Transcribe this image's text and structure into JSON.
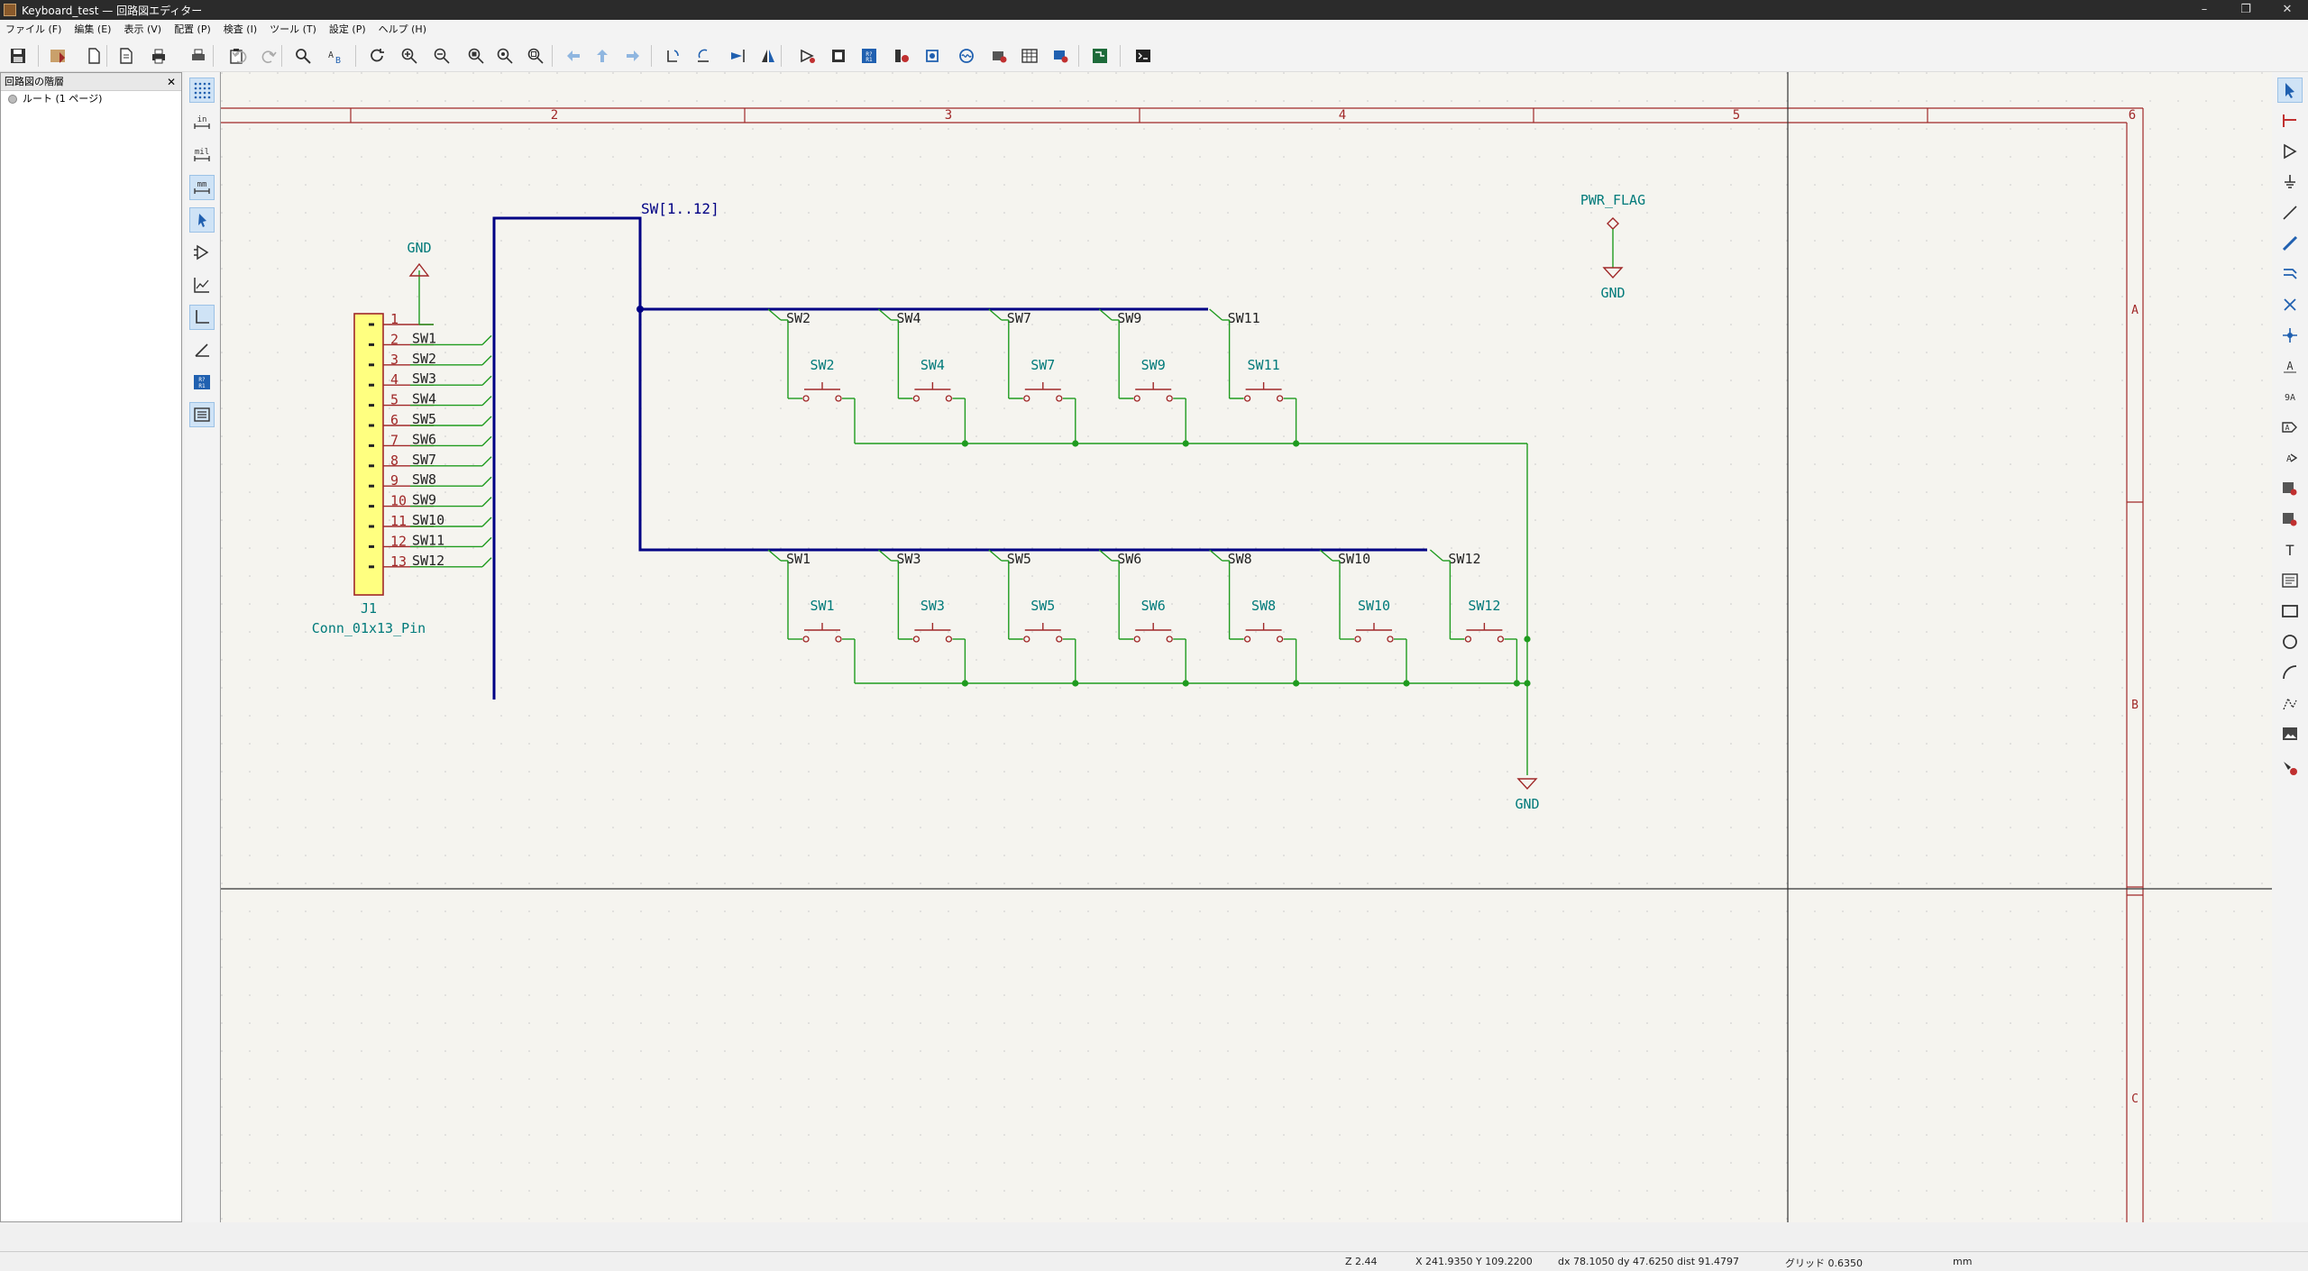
{
  "window": {
    "title": "Keyboard_test — 回路図エディター",
    "controls": [
      "–",
      "❐",
      "✕"
    ]
  },
  "menu": [
    "ファイル (F)",
    "編集 (E)",
    "表示 (V)",
    "配置 (P)",
    "検査 (I)",
    "ツール (T)",
    "設定 (P)",
    "ヘルプ (H)"
  ],
  "hierarchy": {
    "title": "回路図の階層",
    "close": "✕",
    "root": "ルート (1 ページ)"
  },
  "toolbar_icons": [
    "save-icon",
    "schematic-setup-icon",
    "new-sheet-icon",
    "page-settings-icon",
    "print-icon",
    "plot-icon",
    "paste-icon",
    "undo-icon",
    "redo-icon",
    "find-icon",
    "find-replace-icon",
    "refresh-icon",
    "zoom-in-icon",
    "zoom-out-icon",
    "zoom-fit-icon",
    "zoom-objects-icon",
    "zoom-selection-icon",
    "navigate-back-icon",
    "navigate-up-icon",
    "navigate-forward-icon",
    "rotate-ccw-icon",
    "rotate-cw-icon",
    "mirror-h-icon",
    "mirror-v-icon",
    "symbol-editor-icon",
    "symbol-browser-icon",
    "annotate-icon",
    "erc-icon",
    "assign-footprints-icon",
    "simulator-icon",
    "bom-icon",
    "symbol-fields-icon",
    "edit-footprint-icon",
    "pcb-editor-icon",
    "scripting-console-icon"
  ],
  "left_tools": {
    "units_in": "in",
    "units_mil": "mil",
    "units_mm": "mm"
  },
  "sheet": {
    "columns": [
      "2",
      "3",
      "4",
      "5",
      "6"
    ],
    "rows": [
      "A",
      "B",
      "C"
    ]
  },
  "schematic": {
    "bus_label": "SW[1..12]",
    "gnd_label": "GND",
    "pwr_flag": "PWR_FLAG",
    "connector": {
      "ref": "J1",
      "value": "Conn_01x13_Pin",
      "pins": [
        "1",
        "2",
        "3",
        "4",
        "5",
        "6",
        "7",
        "8",
        "9",
        "10",
        "11",
        "12",
        "13"
      ],
      "nets": [
        "",
        "SW1",
        "SW2",
        "SW3",
        "SW4",
        "SW5",
        "SW6",
        "SW7",
        "SW8",
        "SW9",
        "SW10",
        "SW11",
        "SW12"
      ]
    },
    "top_row": {
      "nets": [
        "SW2",
        "SW4",
        "SW7",
        "SW9",
        "SW11"
      ],
      "refs": [
        "SW2",
        "SW4",
        "SW7",
        "SW9",
        "SW11"
      ]
    },
    "bottom_row": {
      "nets": [
        "SW1",
        "SW3",
        "SW5",
        "SW6",
        "SW8",
        "SW10",
        "SW12"
      ],
      "refs": [
        "SW1",
        "SW3",
        "SW5",
        "SW6",
        "SW8",
        "SW10",
        "SW12"
      ]
    }
  },
  "status": {
    "zoom": "Z 2.44",
    "xy": "X 241.9350  Y 109.2200",
    "delta": "dx 78.1050  dy 47.6250  dist 91.4797",
    "grid": "グリッド 0.6350",
    "units": "mm"
  },
  "colors": {
    "wire": "#1f9b1f",
    "bus": "#000084",
    "pin": "#a02828",
    "label": "#1a1a1a",
    "ref": "#007a7a",
    "symbol_fill": "#ffff80",
    "border": "#a02828"
  }
}
